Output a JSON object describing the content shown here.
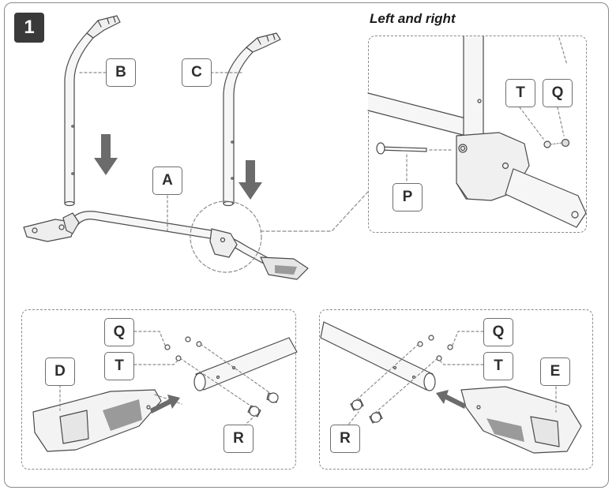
{
  "step": {
    "number": "1"
  },
  "callout": {
    "title": "Left and right"
  },
  "labels": {
    "A": "A",
    "B": "B",
    "C": "C",
    "D": "D",
    "E": "E",
    "P": "P",
    "Q": "Q",
    "R": "R",
    "T": "T"
  },
  "colors": {
    "badge": "#3a3a3a",
    "arrow": "#6b6b6b",
    "line": "#4a4a4a",
    "fill": "#f4f4f4"
  }
}
